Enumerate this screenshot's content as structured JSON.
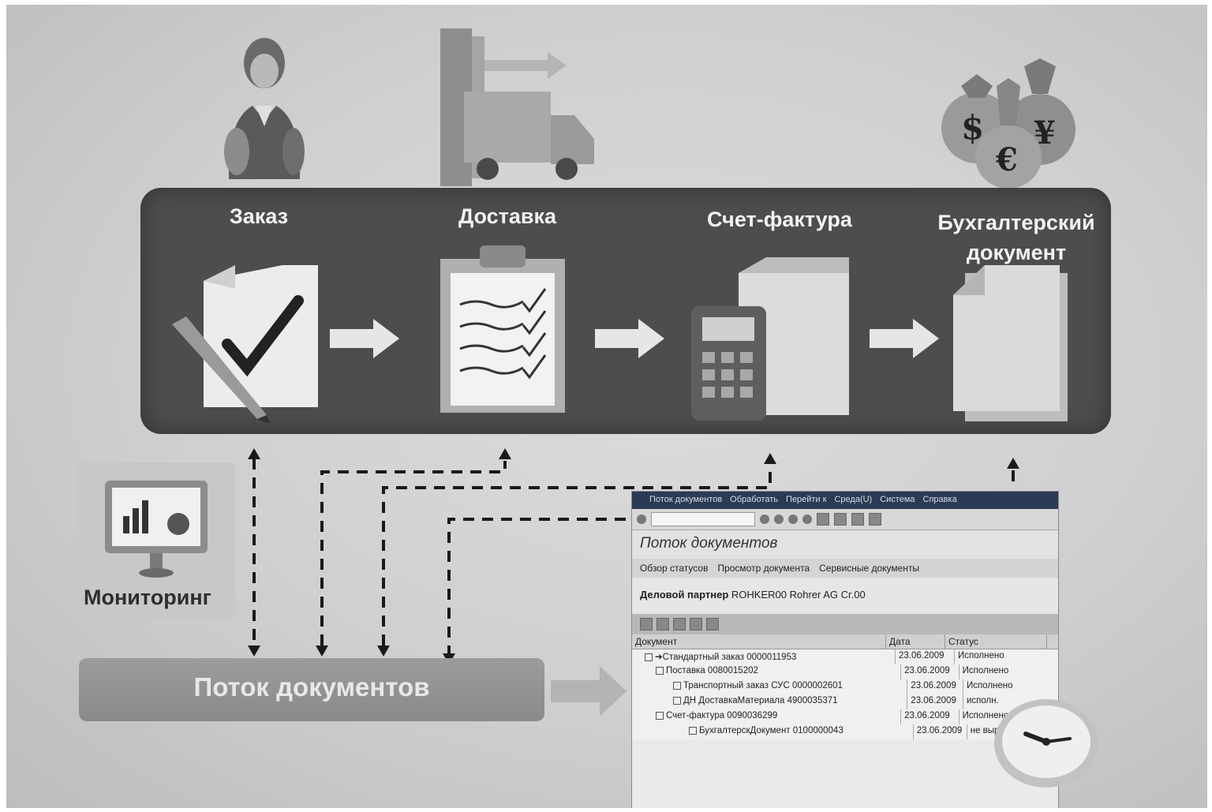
{
  "steps": [
    {
      "label": "Заказ"
    },
    {
      "label": "Доставка"
    },
    {
      "label": "Счет-фактура"
    },
    {
      "label_line1": "Бухгалтерский",
      "label_line2": "документ"
    }
  ],
  "monitoring": {
    "label": "Мониторинг"
  },
  "flow": {
    "label": "Поток документов"
  },
  "sap": {
    "menu": [
      "Поток документов",
      "Обработать",
      "Перейти к",
      "Среда(U)",
      "Система",
      "Справка"
    ],
    "title": "Поток документов",
    "toolbar": [
      "Обзор статусов",
      "Просмотр документа",
      "Сервисные документы"
    ],
    "partner_label": "Деловой партнер",
    "partner_value": "ROHKER00 Rohrer AG Cr.00",
    "columns": [
      "Документ",
      "Дата",
      "Статус"
    ],
    "rows": [
      {
        "doc": "➔Стандартный заказ 0000011953",
        "date": "23.06.2009",
        "status": "Исполнено"
      },
      {
        "doc": "Поставка 0080015202",
        "date": "23.06.2009",
        "status": "Исполнено"
      },
      {
        "doc": "Транспортный заказ СУС 0000002601",
        "date": "23.06.2009",
        "status": "Исполнено"
      },
      {
        "doc": "ДН ДоставкаМатериала 4900035371",
        "date": "23.06.2009",
        "status": "исполн."
      },
      {
        "doc": "Счет-фактура 0090036299",
        "date": "23.06.2009",
        "status": "Исполнено"
      },
      {
        "doc": "БухгалтерскДокумент 0100000043",
        "date": "23.06.2009",
        "status": "не вырез."
      }
    ]
  },
  "colors": {
    "band": "#4d4d4d",
    "flow_bar": "#8f8f8f",
    "background": "#cfcfcf"
  }
}
